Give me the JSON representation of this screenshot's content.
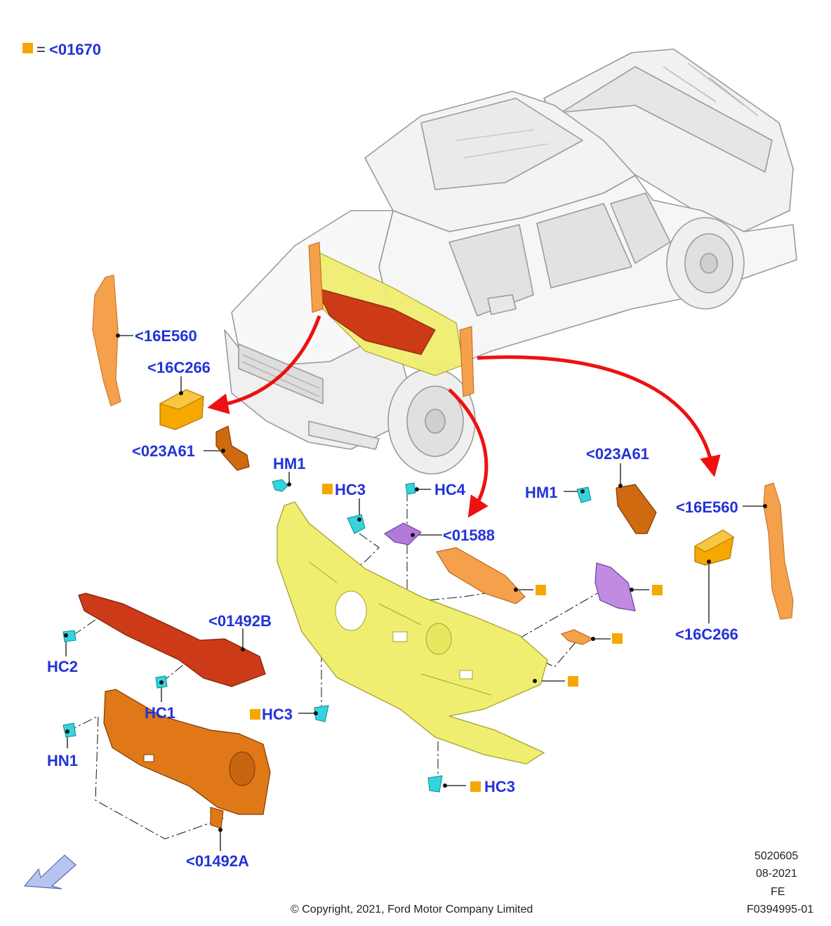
{
  "legend": {
    "equals": "=",
    "code": "<01670",
    "marker_color": "#f5a800"
  },
  "callouts": {
    "l_16e560": "<16E560",
    "l_16c266": "<16C266",
    "l_023a61": "<023A61",
    "l_hm1": "HM1",
    "l_hc3_top": "HC3",
    "l_hc4": "HC4",
    "l_01588": "<01588",
    "r_023a61": "<023A61",
    "r_hm1": "HM1",
    "r_16e560": "<16E560",
    "r_16c266": "<16C266",
    "l_01492b": "<01492B",
    "l_hc2": "HC2",
    "l_hc1": "HC1",
    "l_hn1": "HN1",
    "l_01492a": "<01492A",
    "c_hc3_mid": "HC3",
    "c_hc3_bot": "HC3"
  },
  "footer": {
    "doc_number": "5020605",
    "date": "08-2021",
    "region": "FE",
    "figure_id": "F0394995-01",
    "copyright": "© Copyright, 2021, Ford Motor Company Limited"
  },
  "colors": {
    "label_blue": "#2233d8",
    "marker_orange": "#f5a800",
    "arrow_red": "#ee1111",
    "dash_panel_yellow": "#f0ee70",
    "insulator_red": "#cc3a18",
    "insulator_orange": "#e07818",
    "pad_orange": "#f5a04a",
    "clip_cyan": "#33d4dd",
    "purple_part": "#b27ad8"
  },
  "icons": [
    "orange-square-marker",
    "red-curved-arrow",
    "front-direction-arrow-icon",
    "pin-clip-icon"
  ]
}
